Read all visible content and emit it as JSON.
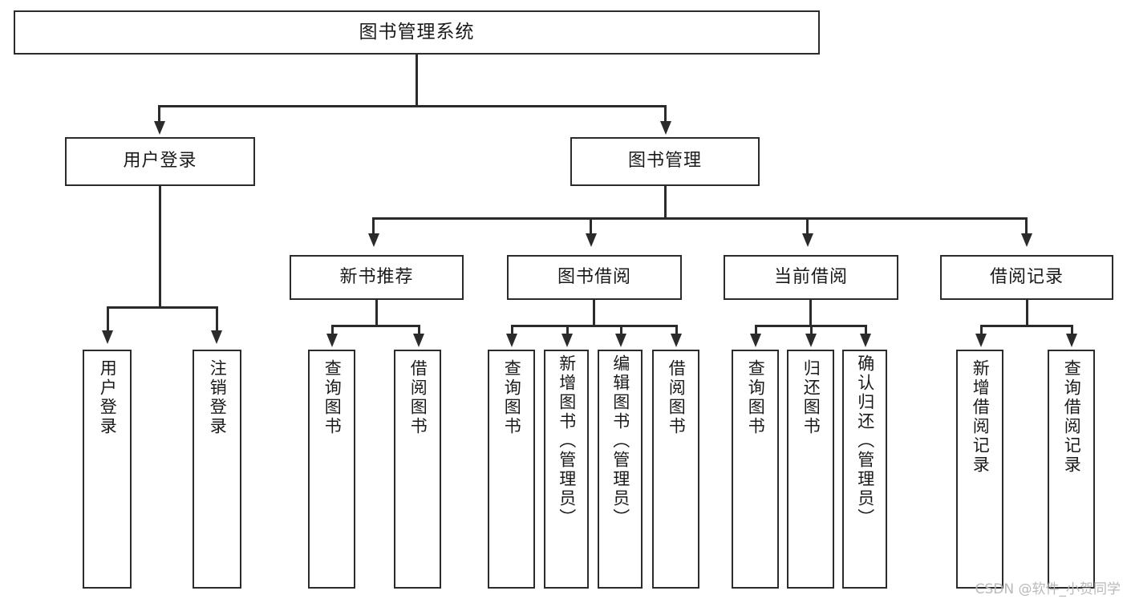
{
  "diagram": {
    "type": "tree-hierarchy",
    "title": "图书管理系统",
    "watermark": "CSDN @软件_小贺同学",
    "colors": {
      "stroke": "#2b2b2b",
      "fill": "#ffffff",
      "text": "#1a1a1a",
      "watermark": "#b9b9b9"
    },
    "levels": {
      "root": {
        "label": "图书管理系统"
      },
      "level2": [
        {
          "id": "user-login",
          "label": "用户登录"
        },
        {
          "id": "book-management",
          "label": "图书管理"
        }
      ],
      "level3": [
        {
          "id": "new-book-recommend",
          "label": "新书推荐",
          "parent": "book-management"
        },
        {
          "id": "book-borrow",
          "label": "图书借阅",
          "parent": "book-management"
        },
        {
          "id": "current-borrow",
          "label": "当前借阅",
          "parent": "book-management"
        },
        {
          "id": "borrow-record",
          "label": "借阅记录",
          "parent": "book-management"
        }
      ],
      "leaves": [
        {
          "id": "leaf-user-login",
          "label": "用户登录",
          "parent": "user-login"
        },
        {
          "id": "leaf-logout-login",
          "label": "注销登录",
          "parent": "user-login"
        },
        {
          "id": "leaf-query-book-1",
          "label": "查询图书",
          "parent": "new-book-recommend"
        },
        {
          "id": "leaf-borrow-book-1",
          "label": "借阅图书",
          "parent": "new-book-recommend"
        },
        {
          "id": "leaf-query-book-2",
          "label": "查询图书",
          "parent": "book-borrow"
        },
        {
          "id": "leaf-add-book-admin",
          "label": "新增图书（管理员）",
          "parent": "book-borrow"
        },
        {
          "id": "leaf-edit-book-admin",
          "label": "编辑图书（管理员）",
          "parent": "book-borrow"
        },
        {
          "id": "leaf-borrow-book-2",
          "label": "借阅图书",
          "parent": "book-borrow"
        },
        {
          "id": "leaf-query-book-3",
          "label": "查询图书",
          "parent": "current-borrow"
        },
        {
          "id": "leaf-return-book",
          "label": "归还图书",
          "parent": "current-borrow"
        },
        {
          "id": "leaf-confirm-return-admin",
          "label": "确认归还（管理员）",
          "parent": "current-borrow"
        },
        {
          "id": "leaf-add-borrow-record",
          "label": "新增借阅记录",
          "parent": "borrow-record"
        },
        {
          "id": "leaf-query-borrow-record",
          "label": "查询借阅记录",
          "parent": "borrow-record"
        }
      ]
    }
  }
}
